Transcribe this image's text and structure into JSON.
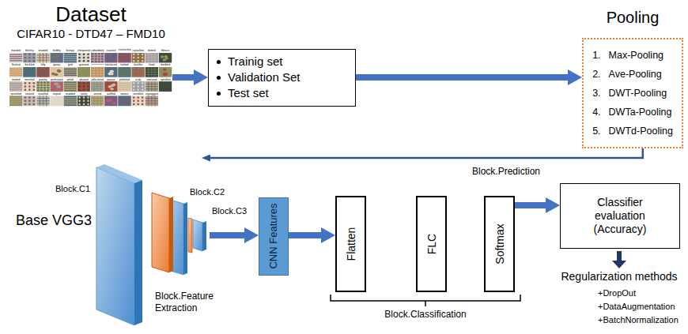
{
  "diagram": {
    "nodes": [
      {
        "text": [
          "Dataset",
          "CIFAR10 - DTD47 – FMD10"
        ]
      },
      {
        "text": [
          "Trainig set",
          "Validation Set",
          "Test set"
        ]
      },
      {
        "text": [
          "Pooling",
          "1.",
          "Max-Pooling",
          "2.",
          "Ave-Pooling",
          "3.",
          "DWT-Pooling",
          "4.",
          "DWTa-Pooling",
          "5.",
          "DWTd-Pooling"
        ]
      },
      {
        "text": [
          "Base VGG3"
        ]
      },
      {
        "text": [
          "CNN Features"
        ]
      },
      {
        "text": [
          "Flatten"
        ]
      },
      {
        "text": [
          "FLC"
        ]
      },
      {
        "text": [
          "Softmax"
        ]
      },
      {
        "text": [
          "Classifier evaluation (Accuracy)"
        ]
      }
    ],
    "edges": [
      {
        "from": 0,
        "to": 1,
        "arrow": "to"
      },
      {
        "from": 1,
        "to": 2,
        "arrow": "to"
      },
      {
        "from": 2,
        "to": 3,
        "arrow": "to"
      },
      {
        "from": 3,
        "to": 4,
        "arrow": "to"
      },
      {
        "from": 4,
        "to": 5,
        "arrow": "to"
      },
      {
        "from": 7,
        "to": 8,
        "arrow": "to"
      }
    ],
    "labels": [
      "Block.C1",
      "Block.C2",
      "Block.C3",
      "Block.Feature Extraction",
      "Block.Prediction",
      "Block.Classification",
      "Regularization methods",
      "+DropOut",
      "+DataAugmentation",
      "+BatchNormalization",
      "banded",
      "blotchy",
      "braided",
      "bubbly",
      "bumpy",
      "chequered",
      "cobwebbed",
      "cracked",
      "crosshatched",
      "crystalline",
      "dotted",
      "fibrous",
      "flecked",
      "freckled",
      "frilly",
      "gauzy",
      "grid",
      "grooved",
      "honeycombed",
      "interlaced",
      "knitted",
      "lacelike",
      "lined",
      "marbled",
      "matted",
      "meshed",
      "paisley",
      "perforated",
      "pitted",
      "pleated",
      "polka-dotted",
      "porous",
      "potholed",
      "scaly",
      "smeared",
      "spiralled",
      "sprinkled",
      "stained",
      "stratified",
      "striped",
      "studded",
      "swirly",
      "veined",
      "waffled",
      "woven",
      "wrinkled",
      "zigzagged"
    ]
  }
}
